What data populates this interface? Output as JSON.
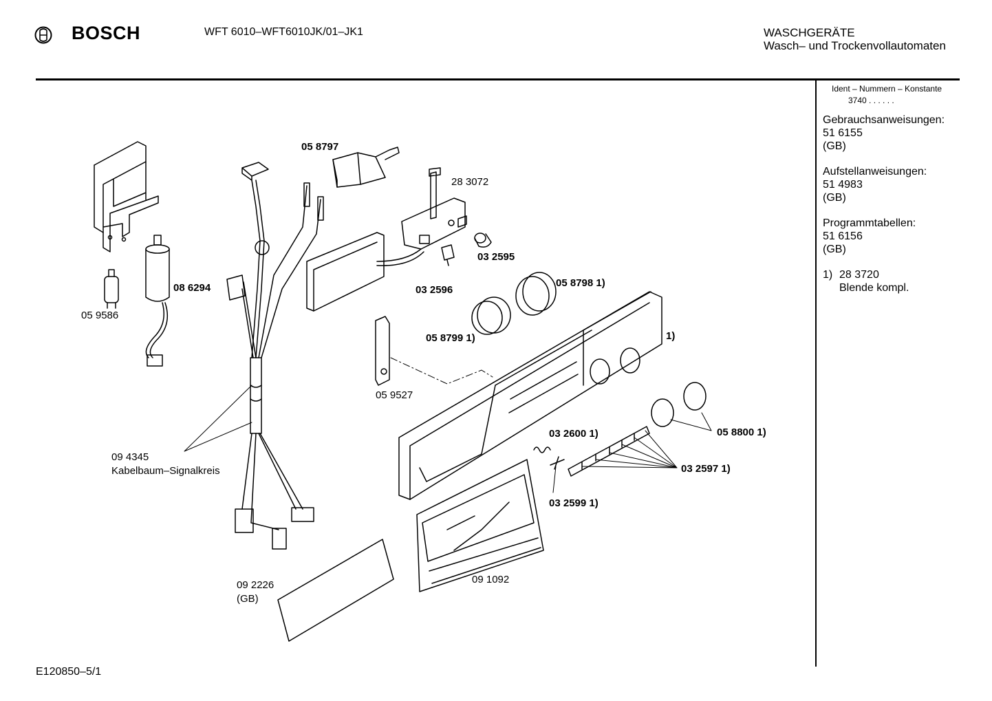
{
  "header": {
    "brand": "BOSCH",
    "model": "WFT 6010–WFT6010JK/01–JK1",
    "category_line1": "WASCHGERÄTE",
    "category_line2": "Wasch– und Trockenvollautomaten"
  },
  "sidebar": {
    "ident_title": "Ident – Nummern – Konstante",
    "ident_value": "3740 . . . . . .",
    "sections": [
      {
        "title": "Gebrauchsanweisungen:",
        "number": "51 6155",
        "note": "(GB)"
      },
      {
        "title": "Aufstellanweisungen:",
        "number": "51 4983",
        "note": "(GB)"
      },
      {
        "title": "Programmtabellen:",
        "number": "51 6156",
        "note": "(GB)"
      }
    ],
    "footnote_marker": "1)",
    "footnote_number": "28 3720",
    "footnote_text": "Blende kompl."
  },
  "parts": {
    "p058797": "05 8797",
    "p283072": "28 3072",
    "p086294": "08 6294",
    "p059586": "05 9586",
    "p032595": "03 2595",
    "p032596": "03 2596",
    "p058798": "05 8798 1)",
    "p058799": "05 8799 1)",
    "p059527": "05 9527",
    "p_panel": "1)",
    "p058800": "05 8800 1)",
    "p032600": "03 2600 1)",
    "p032597": "03 2597 1)",
    "p032599": "03 2599 1)",
    "p094345": "09 4345",
    "p094345_desc": "Kabelbaum–Signalkreis",
    "p092226": "09 2226",
    "p092226_note": "(GB)",
    "p091092": "09 1092"
  },
  "footer": {
    "doc_id": "E120850–5/1"
  }
}
